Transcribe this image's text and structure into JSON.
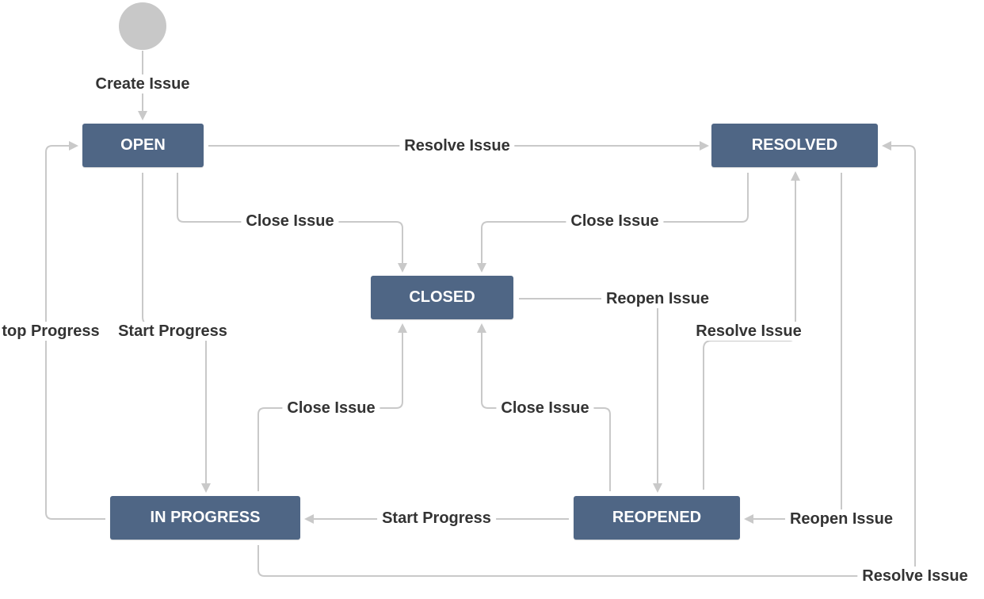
{
  "colors": {
    "state_fill": "#4f6685",
    "state_text": "#ffffff",
    "line": "#c9c9c9",
    "start_node": "#c8c8c8",
    "label_text": "#333333"
  },
  "states": {
    "open": "OPEN",
    "resolved": "RESOLVED",
    "closed": "CLOSED",
    "in_progress": "IN PROGRESS",
    "reopened": "REOPENED"
  },
  "transitions": {
    "create_issue": "Create Issue",
    "open_to_resolved": "Resolve Issue",
    "open_to_closed": "Close Issue",
    "resolved_to_closed": "Close Issue",
    "closed_to_reopened": "Reopen Issue",
    "reopened_to_resolved": "Resolve Issue",
    "in_progress_to_open": "top Progress",
    "open_to_in_progress": "Start Progress",
    "in_progress_to_closed": "Close Issue",
    "reopened_to_closed": "Close Issue",
    "reopened_to_in_progress": "Start Progress",
    "resolved_to_reopened": "Reopen Issue",
    "in_progress_to_resolved": "Resolve Issue"
  }
}
